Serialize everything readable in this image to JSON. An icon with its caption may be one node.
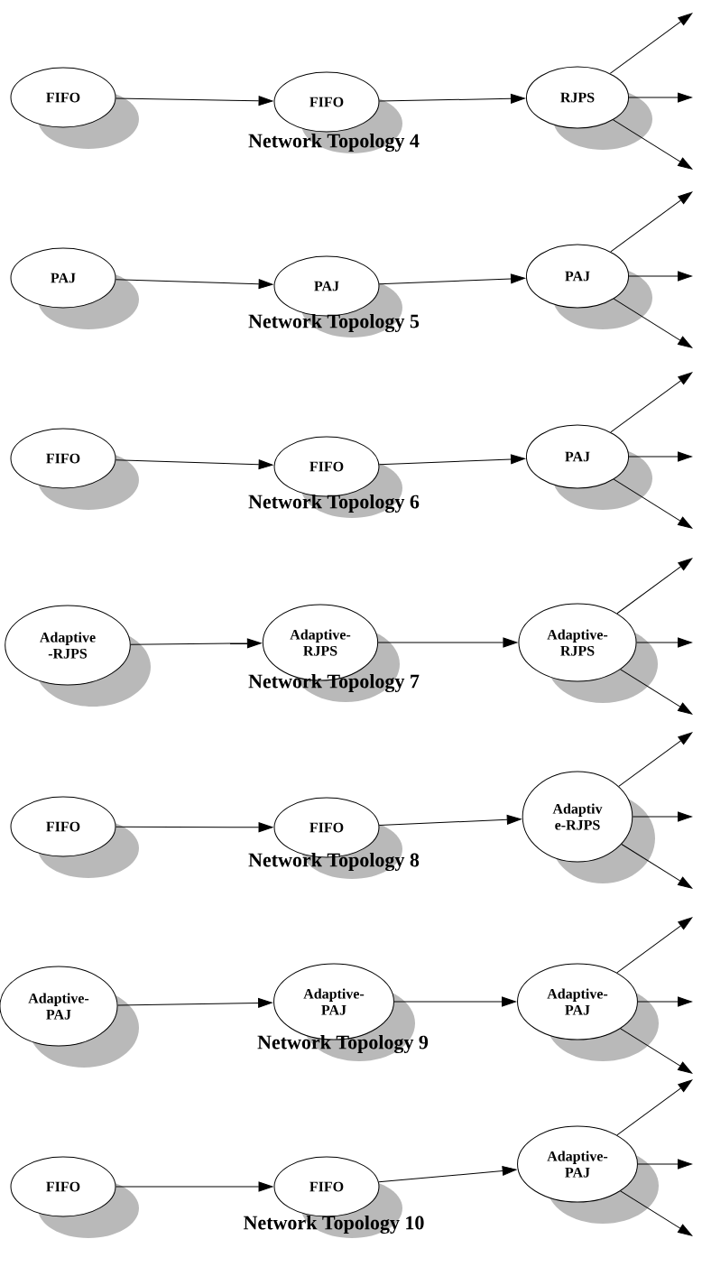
{
  "diagram": {
    "nodes": [
      {
        "text": [
          "FIFO"
        ]
      },
      {
        "text": [
          "FIFO"
        ]
      },
      {
        "text": [
          "RJPS"
        ]
      },
      {
        "text": [
          "PAJ"
        ]
      },
      {
        "text": [
          "PAJ"
        ]
      },
      {
        "text": [
          "PAJ"
        ]
      },
      {
        "text": [
          "FIFO"
        ]
      },
      {
        "text": [
          "FIFO"
        ]
      },
      {
        "text": [
          "PAJ"
        ]
      },
      {
        "text": [
          "Adaptive -RJPS"
        ]
      },
      {
        "text": [
          "Adaptive- RJPS"
        ]
      },
      {
        "text": [
          "Adaptive- RJPS"
        ]
      },
      {
        "text": [
          "FIFO"
        ]
      },
      {
        "text": [
          "FIFO"
        ]
      },
      {
        "text": [
          "Adaptiv e-RJPS"
        ]
      },
      {
        "text": [
          "Adaptive- PAJ"
        ]
      },
      {
        "text": [
          "Adaptive- PAJ"
        ]
      },
      {
        "text": [
          "Adaptive- PAJ"
        ]
      },
      {
        "text": [
          "FIFO"
        ]
      },
      {
        "text": [
          "FIFO"
        ]
      },
      {
        "text": [
          "Adaptive- PAJ"
        ]
      }
    ],
    "edges": [
      {
        "from": 0,
        "to": 1,
        "arrow": "to"
      },
      {
        "from": 1,
        "to": 2,
        "arrow": "to"
      },
      {
        "from": 2,
        "to": null,
        "arrow": "to"
      },
      {
        "from": 2,
        "to": null,
        "arrow": "to"
      },
      {
        "from": 2,
        "to": null,
        "arrow": "to"
      },
      {
        "from": 3,
        "to": 4,
        "arrow": "to"
      },
      {
        "from": 4,
        "to": 5,
        "arrow": "to"
      },
      {
        "from": 5,
        "to": null,
        "arrow": "to"
      },
      {
        "from": 5,
        "to": null,
        "arrow": "to"
      },
      {
        "from": 5,
        "to": null,
        "arrow": "to"
      },
      {
        "from": 6,
        "to": 7,
        "arrow": "to"
      },
      {
        "from": 7,
        "to": 8,
        "arrow": "to"
      },
      {
        "from": 8,
        "to": null,
        "arrow": "to"
      },
      {
        "from": 8,
        "to": null,
        "arrow": "to"
      },
      {
        "from": 8,
        "to": null,
        "arrow": "to"
      },
      {
        "from": 9,
        "to": 10,
        "arrow": "to"
      },
      {
        "from": 10,
        "to": 11,
        "arrow": "to"
      },
      {
        "from": 11,
        "to": null,
        "arrow": "to"
      },
      {
        "from": 11,
        "to": null,
        "arrow": "to"
      },
      {
        "from": 11,
        "to": null,
        "arrow": "to"
      },
      {
        "from": 12,
        "to": 13,
        "arrow": "to"
      },
      {
        "from": 13,
        "to": 14,
        "arrow": "to"
      },
      {
        "from": 14,
        "to": null,
        "arrow": "to"
      },
      {
        "from": 14,
        "to": null,
        "arrow": "to"
      },
      {
        "from": 14,
        "to": null,
        "arrow": "to"
      },
      {
        "from": 15,
        "to": 16,
        "arrow": "to"
      },
      {
        "from": 16,
        "to": 17,
        "arrow": "to"
      },
      {
        "from": 17,
        "to": null,
        "arrow": "to"
      },
      {
        "from": 17,
        "to": null,
        "arrow": "to"
      },
      {
        "from": 17,
        "to": null,
        "arrow": "to"
      },
      {
        "from": 18,
        "to": 19,
        "arrow": "to"
      },
      {
        "from": 19,
        "to": 20,
        "arrow": "to"
      },
      {
        "from": 20,
        "to": null,
        "arrow": "to"
      },
      {
        "from": 20,
        "to": null,
        "arrow": "to"
      },
      {
        "from": 20,
        "to": null,
        "arrow": "to"
      }
    ],
    "labels": [
      "Network Topology  4",
      "Network Topology  5",
      "Network Topology  6",
      "Network Topology  7",
      "Network Topology  8",
      "Network Topology  9",
      "Network Topology  10"
    ]
  }
}
